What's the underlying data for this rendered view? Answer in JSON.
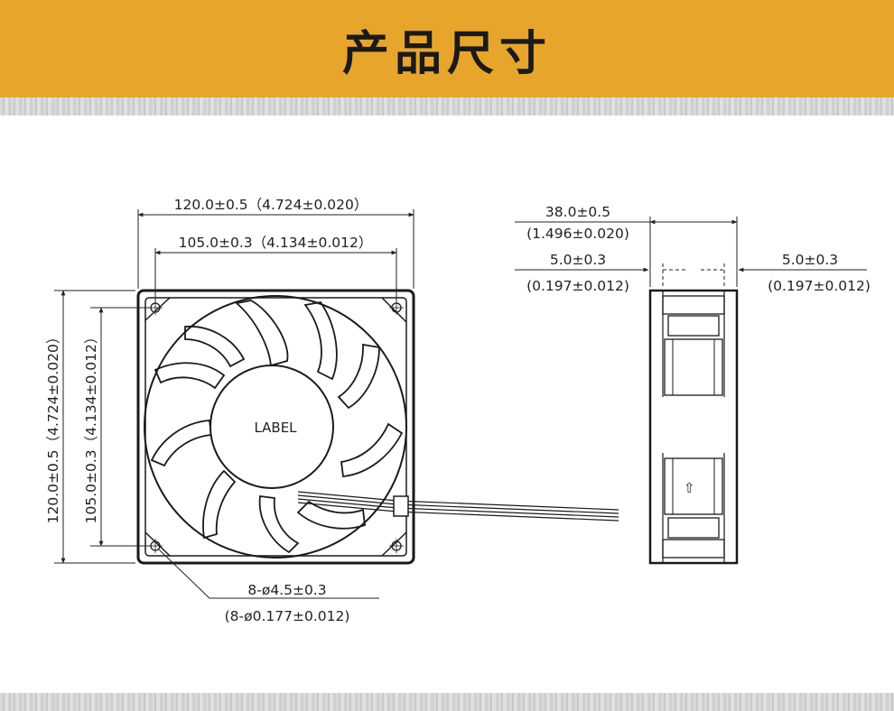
{
  "header": {
    "title": "产品尺寸"
  },
  "front_view": {
    "label": "LABEL",
    "width_outer": "120.0±0.5（4.724±0.020）",
    "width_hole": "105.0±0.3（4.134±0.012）",
    "height_outer": "120.0±0.5（4.724±0.020）",
    "height_hole": "105.0±0.3（4.134±0.012）",
    "hole_mm": "8-ø4.5±0.3",
    "hole_in": "(8-ø0.177±0.012)"
  },
  "side_view": {
    "depth_mm": "38.0±0.5",
    "depth_in": "(1.496±0.020)",
    "flange_left_mm": "5.0±0.3",
    "flange_left_in": "(0.197±0.012)",
    "flange_right_mm": "5.0±0.3",
    "flange_right_in": "(0.197±0.012)",
    "arrow_glyph": "⇨"
  }
}
